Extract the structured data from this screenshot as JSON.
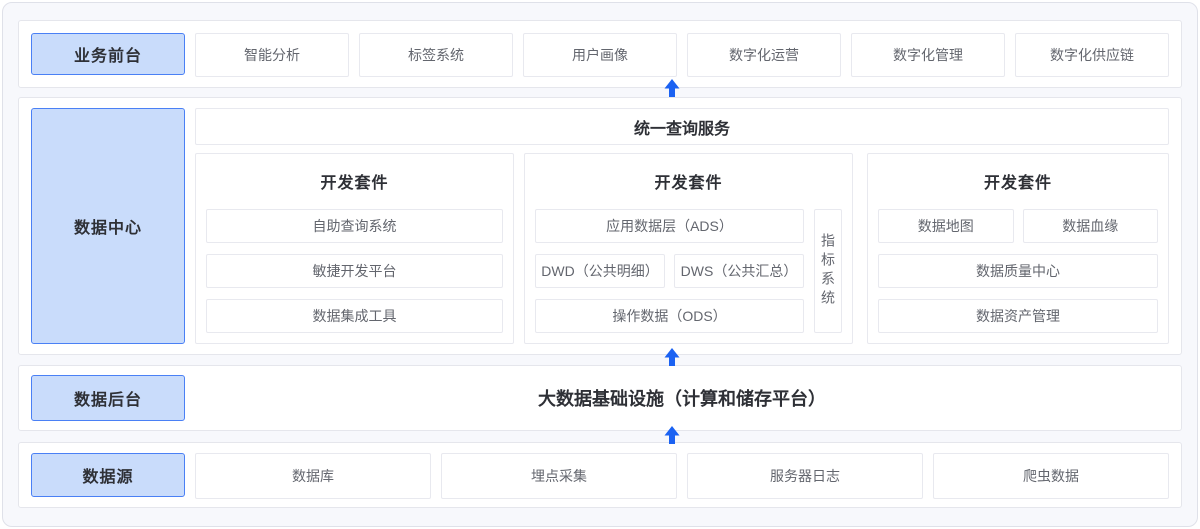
{
  "colors": {
    "page_bg": "#f7f8fc",
    "section_bg": "#ffffff",
    "section_border": "#e5e6ec",
    "box_border": "#e8e9ef",
    "box_text": "#63666e",
    "label_bg": "#c9dcfb",
    "label_border": "#4a80f5",
    "title_text": "#2e3036",
    "arrow": "#1b62f2"
  },
  "sections": {
    "business_front": {
      "label": "业务前台",
      "items": [
        "智能分析",
        "标签系统",
        "用户画像",
        "数字化运营",
        "数字化管理",
        "数字化供应链"
      ]
    },
    "data_center": {
      "label": "数据中心",
      "query_service": "统一查询服务",
      "panel_dev": {
        "title": "开发套件",
        "rows": [
          "自助查询系统",
          "敏捷开发平台",
          "数据集成工具"
        ]
      },
      "panel_warehouse": {
        "title": "开发套件",
        "ads": "应用数据层（ADS）",
        "dwd": "DWD（公共明细）",
        "dws": "DWS（公共汇总）",
        "ods": "操作数据（ODS）",
        "indicator": "指标系统"
      },
      "panel_governance": {
        "title": "开发套件",
        "map": "数据地图",
        "lineage": "数据血缘",
        "quality": "数据质量中心",
        "asset": "数据资产管理"
      }
    },
    "data_backend": {
      "label": "数据后台",
      "infra": "大数据基础设施（计算和储存平台）"
    },
    "data_source": {
      "label": "数据源",
      "items": [
        "数据库",
        "埋点采集",
        "服务器日志",
        "爬虫数据"
      ]
    }
  }
}
